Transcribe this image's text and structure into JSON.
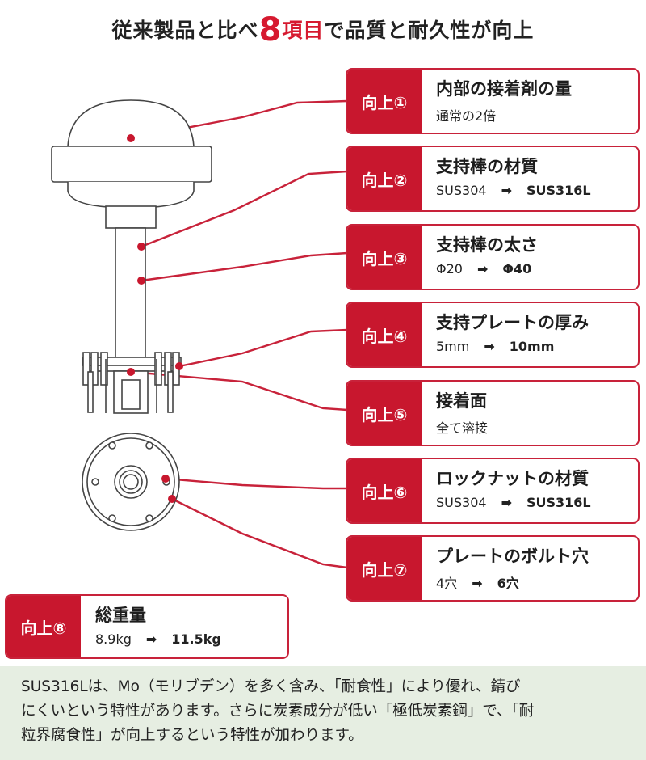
{
  "title": {
    "pre": "従来製品と比べ",
    "number": "8",
    "unit": "項目",
    "post": "で品質と耐久性が向上"
  },
  "colors": {
    "accent": "#c8172e",
    "note_bg": "#e6eee2"
  },
  "items": [
    {
      "tag": "向上①",
      "title": "内部の接着剤の量",
      "detail": "通常の2倍"
    },
    {
      "tag": "向上②",
      "title": "支持棒の材質",
      "from": "SUS304",
      "arrow": "➡",
      "to": "SUS316L"
    },
    {
      "tag": "向上③",
      "title": "支持棒の太さ",
      "from": "Φ20",
      "arrow": "➡",
      "to": "Φ40"
    },
    {
      "tag": "向上④",
      "title": "支持プレートの厚み",
      "from": "5mm",
      "arrow": "➡",
      "to": "10mm"
    },
    {
      "tag": "向上⑤",
      "title": "接着面",
      "detail": "全て溶接"
    },
    {
      "tag": "向上⑥",
      "title": "ロックナットの材質",
      "from": "SUS304",
      "arrow": "➡",
      "to": "SUS316L"
    },
    {
      "tag": "向上⑦",
      "title": "プレートのボルト穴",
      "from": "4穴",
      "arrow": "➡",
      "to": "6穴"
    },
    {
      "tag": "向上⑧",
      "title": "総重量",
      "from": "8.9kg",
      "arrow": "➡",
      "to": "11.5kg"
    }
  ],
  "note": {
    "line1": "SUS316Lは、Mo（モリブデン）を多く含み、「耐食性」により優れ、錆び",
    "line2": "にくいという特性があります。さらに炭素成分が低い「極低炭素鋼」で、「耐",
    "line3": "粒界腐食性」が向上するという特性が加わります。"
  }
}
